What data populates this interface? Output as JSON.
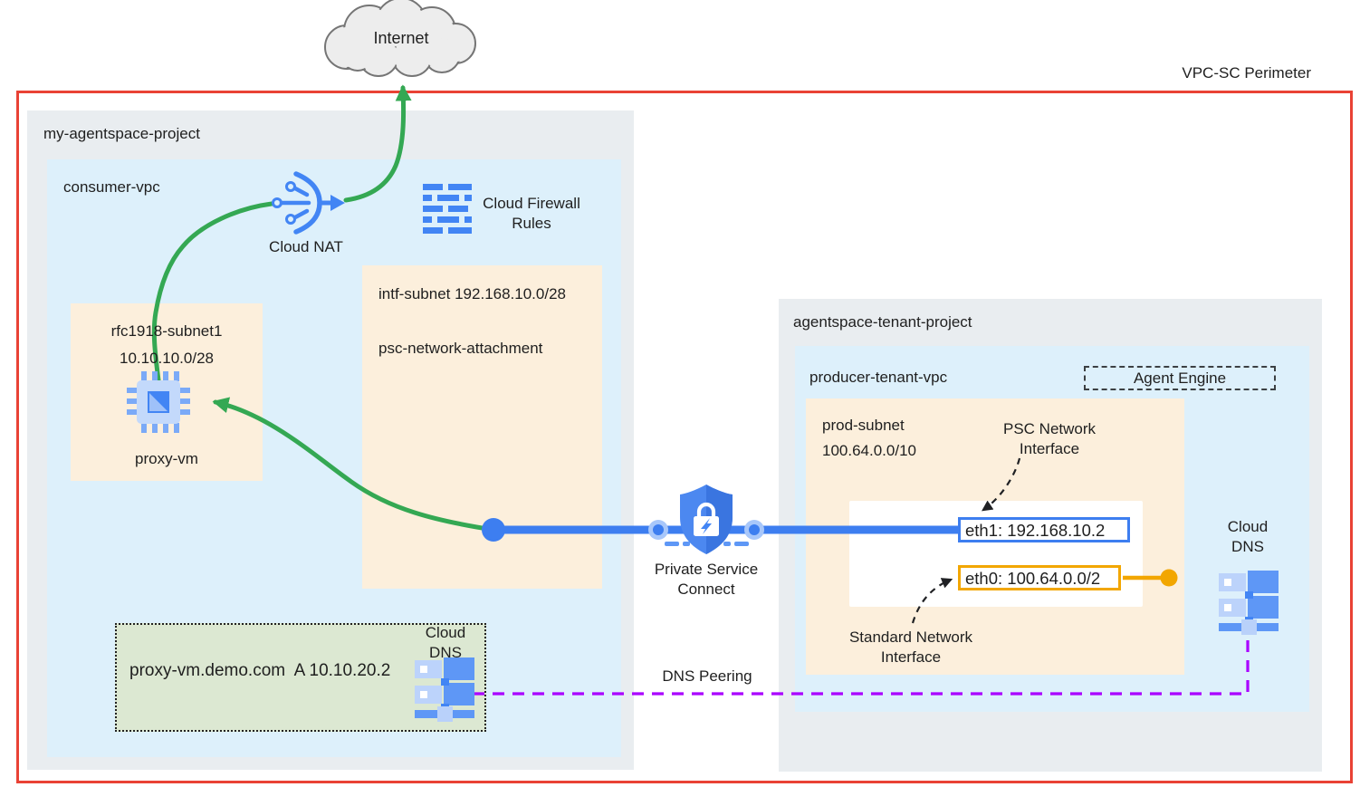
{
  "colors": {
    "perimeter_red": "#e94235",
    "flow_green": "#34a853",
    "psc_blue": "#3d7ef0",
    "icon_blue": "#4285f4",
    "gold": "#f2a600",
    "dns_peering_purple": "#aa00ff",
    "project_gray": "#e9edf0",
    "vpc_blue_bg": "#ddf0fb",
    "subnet_orange_bg": "#fcefdc",
    "dns_zone_green_bg": "#dce8d2"
  },
  "perimeter": {
    "label": "VPC-SC Perimeter"
  },
  "internet": {
    "label": "Internet"
  },
  "consumer_project": {
    "title": "my-agentspace-project",
    "vpc_title": "consumer-vpc",
    "cloud_nat_label": "Cloud NAT",
    "firewall_label_line1": "Cloud Firewall",
    "firewall_label_line2": "Rules",
    "intf_subnet_title": "intf-subnet 192.168.10.0/28",
    "intf_subnet_attachment": "psc-network-attachment",
    "rfc_subnet_name": "rfc1918-subnet1",
    "rfc_subnet_cidr": "10.10.10.0/28",
    "proxy_vm_label": "proxy-vm",
    "dns_zone_record": "proxy-vm.demo.com  A 10.10.20.2",
    "dns_label_line1": "Cloud",
    "dns_label_line2": "DNS"
  },
  "psc": {
    "label_line1": "Private Service",
    "label_line2": "Connect"
  },
  "tenant_project": {
    "title": "agentspace-tenant-project",
    "vpc_title": "producer-tenant-vpc",
    "agent_engine_label": "Agent Engine",
    "prod_subnet_name": "prod-subnet",
    "prod_subnet_cidr": "100.64.0.0/10",
    "psc_iface_line1": "PSC Network",
    "psc_iface_line2": "Interface",
    "eth1_label": "eth1: 192.168.10.2",
    "eth0_label": "eth0: 100.64.0.0/2",
    "std_iface_line1": "Standard Network",
    "std_iface_line2": "Interface",
    "dns_label_line1": "Cloud",
    "dns_label_line2": "DNS"
  },
  "links": {
    "dns_peering_label": "DNS Peering"
  }
}
